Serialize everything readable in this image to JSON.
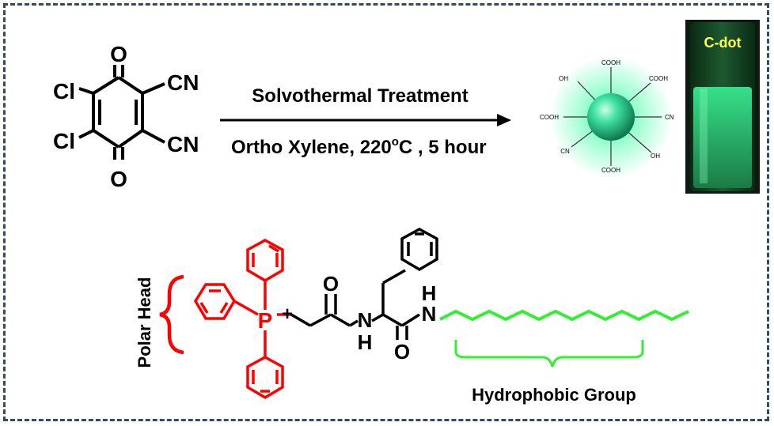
{
  "reactant": {
    "atoms": {
      "O": "O",
      "Cl": "Cl",
      "CN": "CN"
    }
  },
  "reaction": {
    "condition_top": "Solvothermal Treatment",
    "condition_bottom_a": "Ortho Xylene,  220",
    "condition_bottom_sup": "o",
    "condition_bottom_b": "C , 5 hour"
  },
  "cdot": {
    "groups": {
      "cooh": "COOH",
      "oh": "OH",
      "cn": "CN"
    },
    "vial_label": "C-dot"
  },
  "surfactant": {
    "polar_head_label": "Polar Head",
    "hydrophobic_label": "Hydrophobic Group",
    "atoms": {
      "P": "P",
      "plus": "+",
      "O": "O",
      "N": "N",
      "H": "H"
    }
  },
  "colors": {
    "frame": "#2f4a6b",
    "head": "#ff0000",
    "tail": "#33ee33",
    "cdot_glow": "#22ff99",
    "vial": "#0d3b1e",
    "vial_label": "#ffff55",
    "black": "#000000"
  }
}
